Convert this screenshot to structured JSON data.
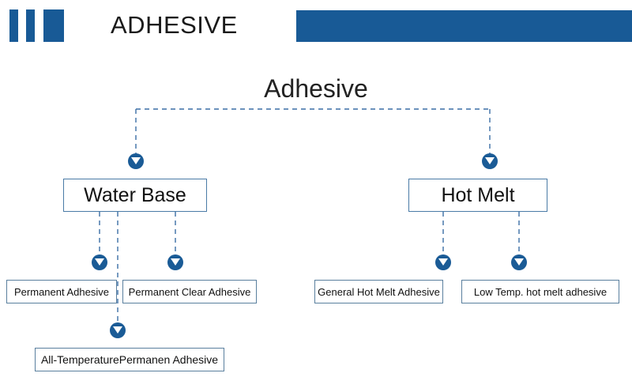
{
  "header": {
    "title": "ADHESIVE",
    "logo_icon": "three-bars-logo-icon",
    "band_icon": "blue-band-decoration",
    "brand_color": "#185a96"
  },
  "diagram": {
    "type": "tree",
    "root": {
      "label": "Adhesive"
    },
    "nodes": [
      {
        "id": "water-base",
        "label": "Water Base",
        "level": 1
      },
      {
        "id": "hot-melt",
        "label": "Hot Melt",
        "level": 1
      },
      {
        "id": "permanent-adhesive",
        "label": "Permanent Adhesive",
        "level": 2,
        "parent": "water-base"
      },
      {
        "id": "permanent-clear-adhesive",
        "label": "Permanent Clear Adhesive",
        "level": 2,
        "parent": "water-base"
      },
      {
        "id": "all-temperature-permanent-adhesive",
        "label": "All-TemperaturePermanen Adhesive",
        "level": 3,
        "parent": "water-base"
      },
      {
        "id": "general-hot-melt-adhesive",
        "label": "General Hot Melt Adhesive",
        "level": 2,
        "parent": "hot-melt"
      },
      {
        "id": "low-temp-hot-melt-adhesive",
        "label": "Low Temp. hot melt adhesive",
        "level": 2,
        "parent": "hot-melt"
      }
    ],
    "connector_style": "dashed",
    "connector_color": "#3b6ea5",
    "marker_icon": "down-arrow-circle-icon",
    "marker_color": "#1a5b96",
    "box_border_color": "#5a7f9e"
  }
}
